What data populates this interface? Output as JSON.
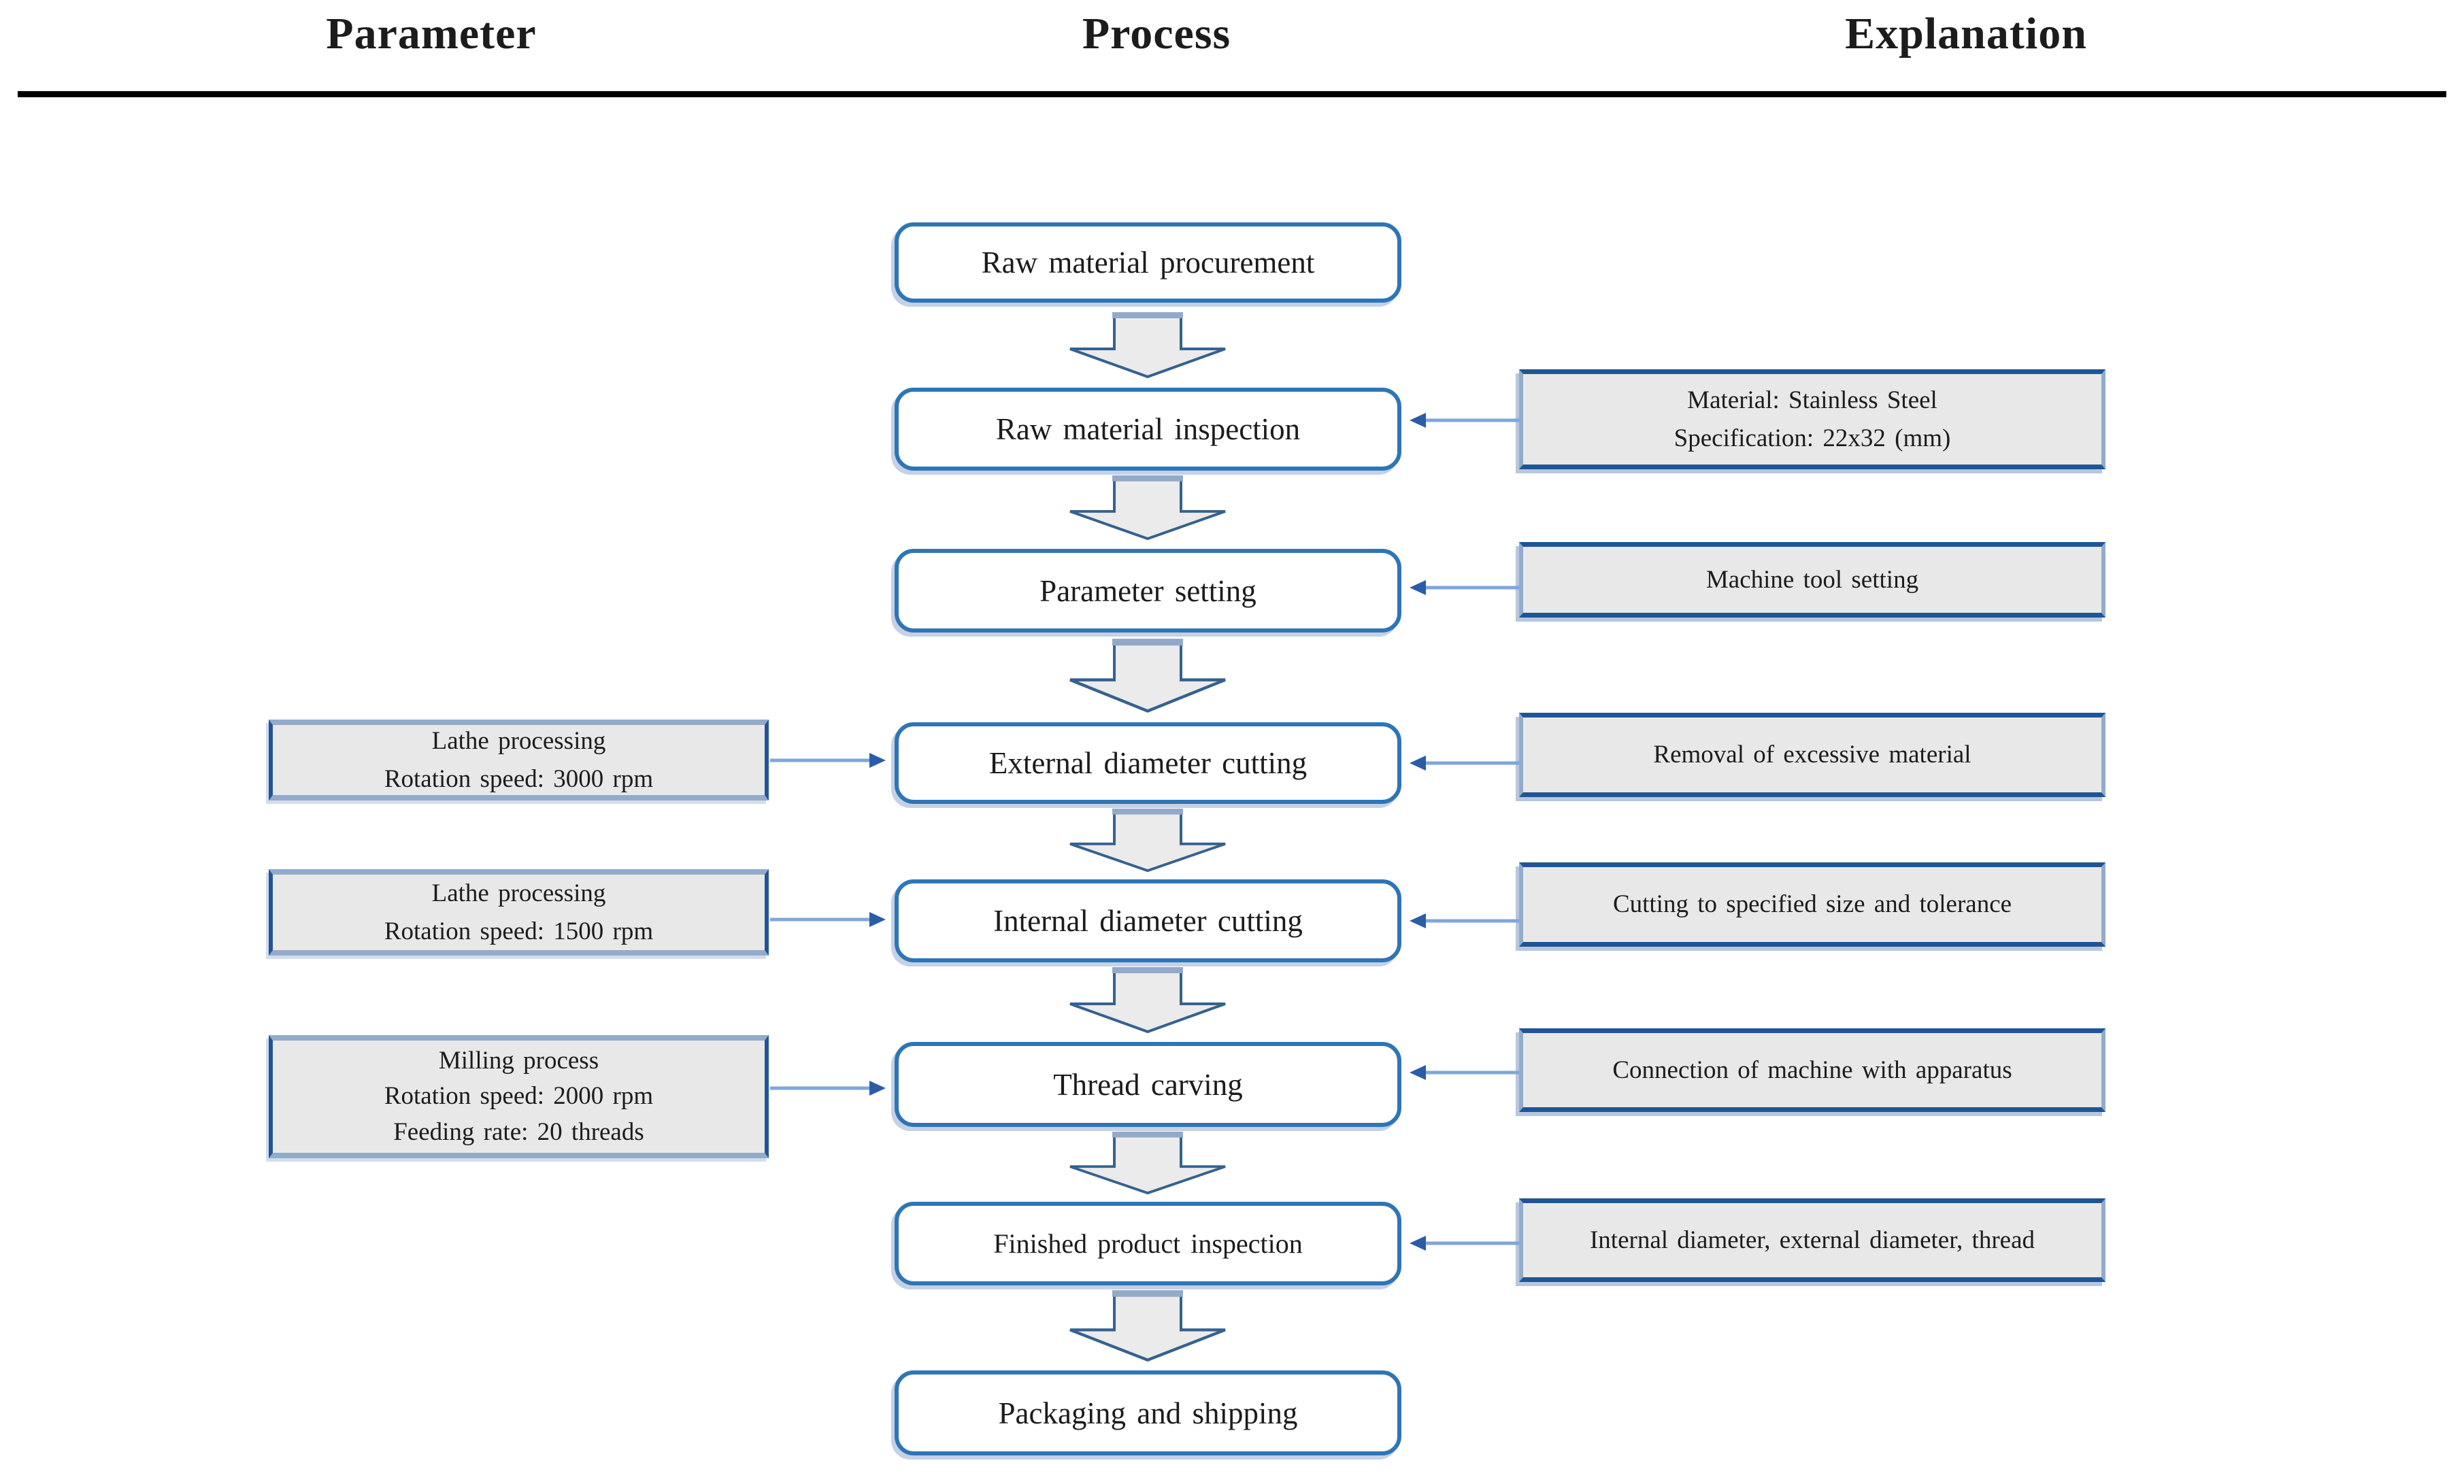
{
  "header": {
    "parameter": "Parameter",
    "process": "Process",
    "explanation": "Explanation"
  },
  "process_steps": [
    "Raw material procurement",
    "Raw material inspection",
    "Parameter setting",
    "External diameter cutting",
    "Internal diameter cutting",
    "Thread carving",
    "Finished product inspection",
    "Packaging and shipping"
  ],
  "parameter_boxes": [
    {
      "lines": [
        "Lathe processing",
        "Rotation speed: 3000 rpm"
      ],
      "target": "External diameter cutting"
    },
    {
      "lines": [
        "Lathe processing",
        "Rotation speed: 1500 rpm"
      ],
      "target": "Internal diameter cutting"
    },
    {
      "lines": [
        "Milling process",
        "Rotation speed: 2000 rpm",
        "Feeding rate: 20 threads"
      ],
      "target": "Thread carving"
    }
  ],
  "explanation_boxes": [
    {
      "lines": [
        "Material: Stainless Steel",
        "Specification: 22x32 (mm)"
      ],
      "target": "Raw material inspection"
    },
    {
      "lines": [
        "Machine tool setting"
      ],
      "target": "Parameter setting"
    },
    {
      "lines": [
        "Removal of excessive material"
      ],
      "target": "External diameter cutting"
    },
    {
      "lines": [
        "Cutting to specified size and tolerance"
      ],
      "target": "Internal diameter cutting"
    },
    {
      "lines": [
        "Connection of machine with apparatus"
      ],
      "target": "Thread carving"
    },
    {
      "lines": [
        "Internal diameter, external diameter, thread"
      ],
      "target": "Finished product inspection"
    }
  ],
  "colors": {
    "process_border": "#2E75B6",
    "navy": "#1F5597",
    "steel": "#92ABCB",
    "box_fill": "#E9E8E8",
    "arrow_fill": "#EBEBEB",
    "arrow_stroke": "#35618F",
    "arrow_top": "#93A9C9",
    "connector_line": "#7FA6DB",
    "connector_head": "#2B5CA8",
    "rule": "#000000",
    "text": "#1c1c1c"
  }
}
